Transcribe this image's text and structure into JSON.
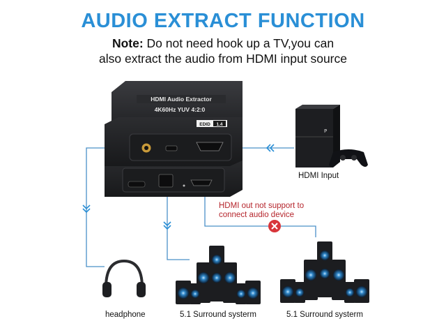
{
  "title": "AUDIO EXTRACT FUNCTION",
  "note": {
    "bold": "Note:",
    "line1": " Do not need hook up a TV,you can",
    "line2": "also extract the audio from HDMI input source"
  },
  "device": {
    "brand_label": "HDMI Audio Extractor",
    "spec_label": "4K60Hz  YUV 4:2:0",
    "edid_label": "EDID",
    "edid_value": "1.4"
  },
  "labels": {
    "hdmi_input": "HDMI Input",
    "warning_line1": "HDMI out not support to",
    "warning_line2": "connect audio device",
    "headphone": "headphone",
    "surround_1": "5.1 Surround systerm",
    "surround_2": "5.1 Surround systerm"
  },
  "colors": {
    "title": "#2a8fd6",
    "cable": "#4a90c8",
    "warning": "#b5252c",
    "device_body": "#26272a"
  }
}
